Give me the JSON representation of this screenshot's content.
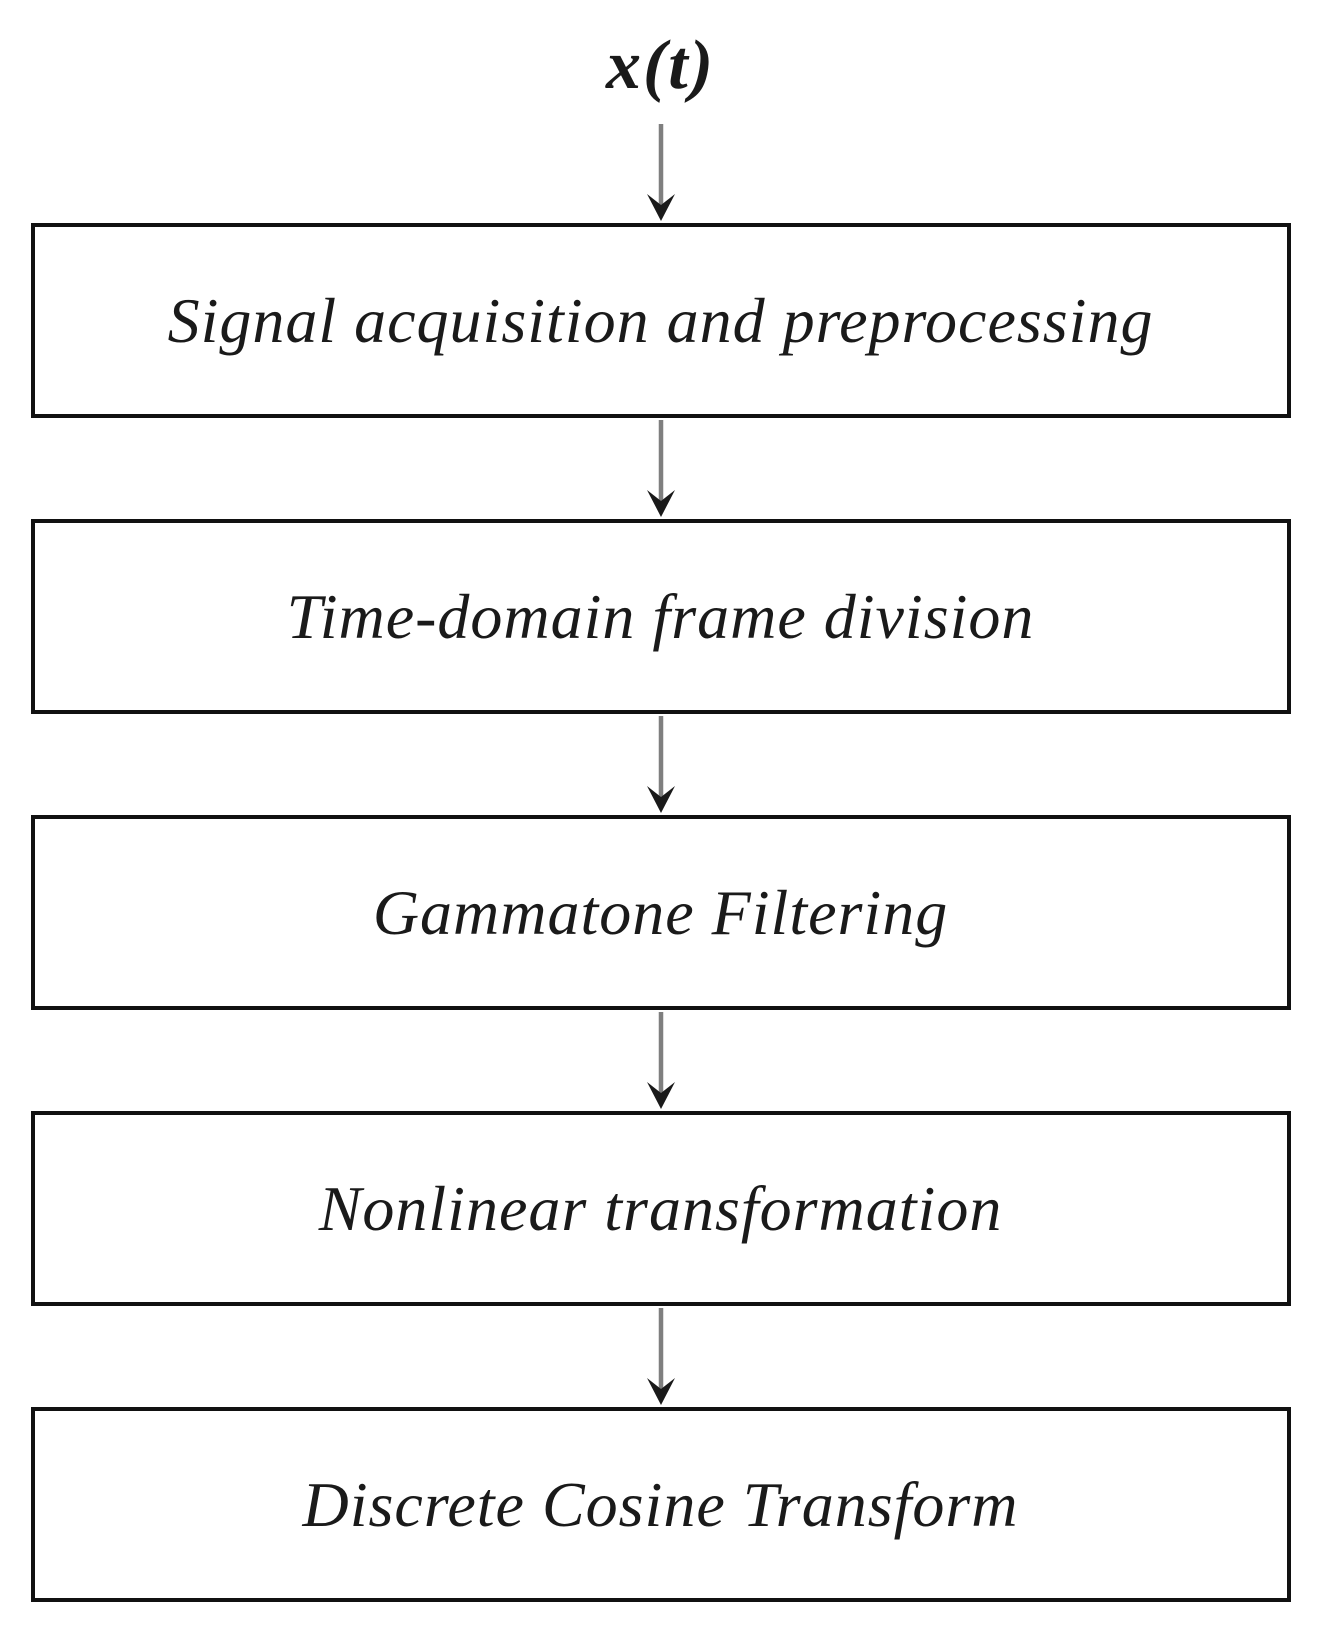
{
  "diagram": {
    "input_label": "x(t)",
    "nodes": [
      {
        "label": "Signal acquisition and preprocessing"
      },
      {
        "label": "Time-domain frame division"
      },
      {
        "label": "Gammatone Filtering"
      },
      {
        "label": "Nonlinear transformation"
      },
      {
        "label": "Discrete Cosine Transform"
      }
    ],
    "colors": {
      "background": "#ffffff",
      "box_border": "#111111",
      "text": "#1a1a1a",
      "arrow_line": "#7f7f7f",
      "arrow_head": "#1a1a1a"
    }
  }
}
